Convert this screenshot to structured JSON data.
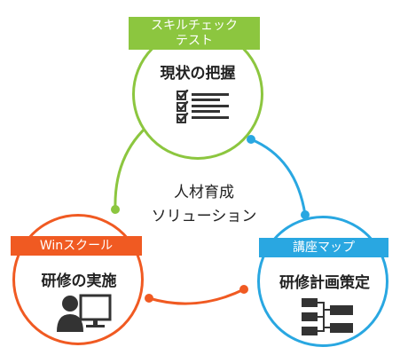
{
  "center": {
    "line1": "人材育成",
    "line2": "ソリューション"
  },
  "nodes": {
    "top": {
      "tag_line1": "スキルチェック",
      "tag_line2": "テスト",
      "title": "現状の把握",
      "icon": "checklist-icon",
      "color": "#8cc63f"
    },
    "left": {
      "tag": "Winスクール",
      "title": "研修の実施",
      "icon": "person-at-computer-icon",
      "color": "#f05a22"
    },
    "right": {
      "tag": "講座マップ",
      "title": "研修計画策定",
      "icon": "flowchart-icon",
      "color": "#29a7e1"
    }
  },
  "icon_color": "#333333"
}
